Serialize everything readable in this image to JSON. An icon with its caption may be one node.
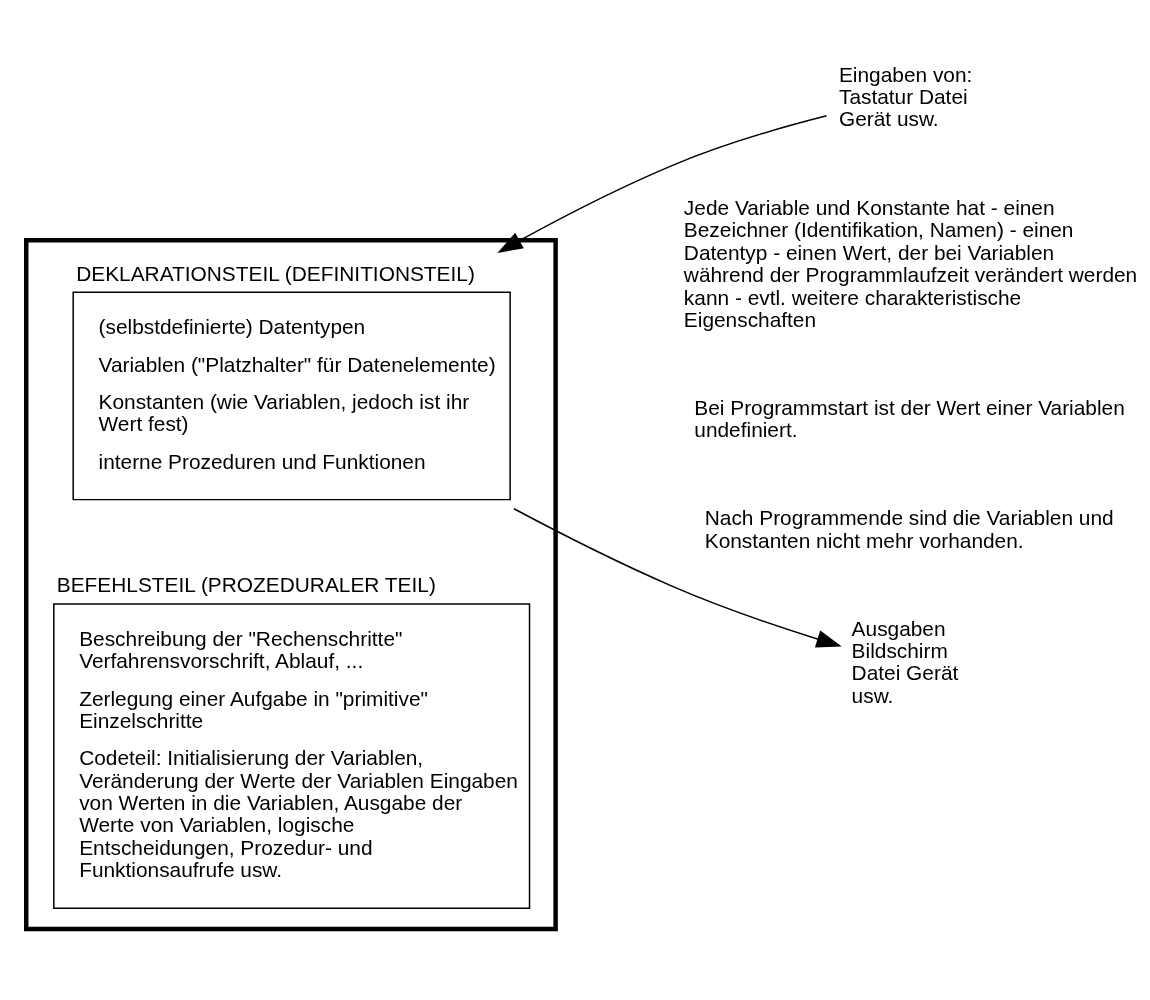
{
  "diagram": {
    "nodes": [
      {
        "text": [],
        "shape": "box"
      },
      {
        "text": [
          "DEKLARATIONSTEIL (DEFINITIONSTEIL)",
          "(selbstdefinierte) Datentypen",
          "Variablen (\"Platzhalter\" für Datenelemente)",
          "Konstanten (wie Variablen, jedoch ist ihr Wert fest)",
          "interne Prozeduren und Funktionen"
        ],
        "in": 0
      },
      {
        "text": [
          "BEFEHLSTEIL (PROZEDURALER TEIL)",
          "Beschreibung der \"Rechenschritte\" Verfahrensvorschrift, Ablauf, ...",
          "Zerlegung einer Aufgabe in \"primitive\" Einzelschritte",
          "Codeteil: Initialisierung der Variablen, Veränderung der Werte der Variablen Eingaben von Werten in die Variablen, Ausgabe der Werte von Variablen, logische Entscheidungen, Prozedur- und Funktionsaufrufe usw."
        ],
        "in": 0
      },
      {
        "text": [
          "Eingaben von: Tastatur Datei Gerät usw."
        ]
      },
      {
        "text": [
          "Ausgaben Bildschirm Datei Gerät usw."
        ]
      }
    ],
    "edges": [
      {
        "from": 3,
        "to": 1,
        "arrow": "to"
      },
      {
        "from": 1,
        "to": 4,
        "arrow": "to"
      }
    ],
    "labels": [
      "Jede Variable und Konstante hat - einen Bezeichner (Identifikation, Namen) - einen Datentyp - einen Wert, der bei Variablen während der Programmlaufzeit verändert werden kann - evtl. weitere charakteristische Eigenschaften",
      "Bei Programmstart ist der Wert einer Variablen undefiniert.",
      "Nach Programmende sind die Variablen und Konstanten nicht mehr vorhanden."
    ]
  }
}
